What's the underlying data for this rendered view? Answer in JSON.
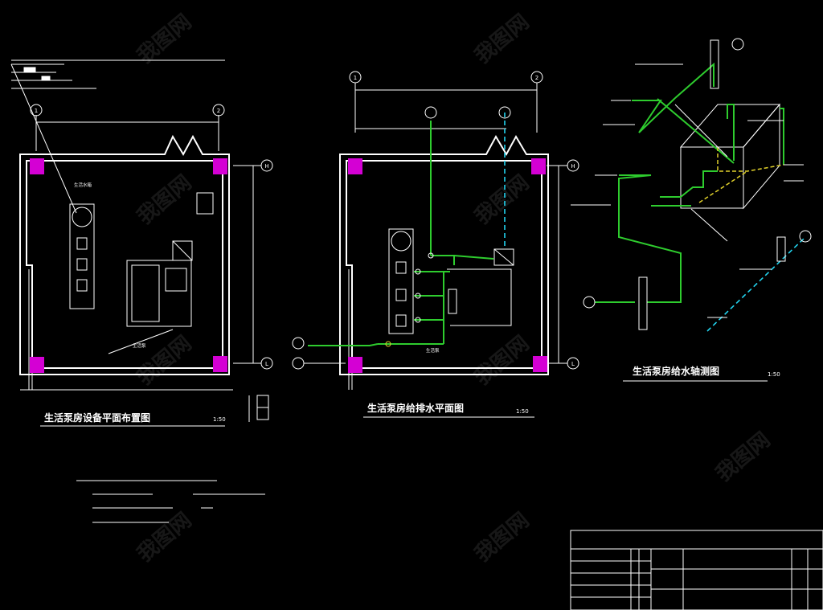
{
  "titles": {
    "plan_equipment": "生活泵房设备平面布置图",
    "plan_pipes": "生活泵房给排水平面图",
    "isometric": "生活泵房给水轴测图",
    "scale": "1:50"
  },
  "grid_labels": {
    "g1": "1",
    "g2": "2",
    "gH": "H",
    "gL": "L"
  },
  "watermark": "我图网",
  "colors": {
    "background": "#000000",
    "lines": "#ffffff",
    "columns": "#d400d4",
    "water_pipe": "#2ecc2e",
    "drain_pipe": "#22d3ee",
    "yellow_pipe": "#e0d02a"
  }
}
